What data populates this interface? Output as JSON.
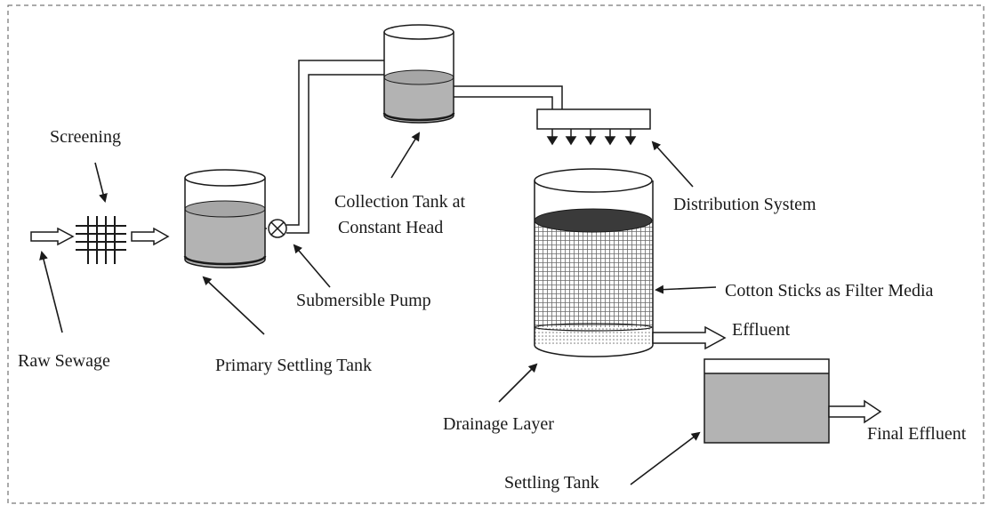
{
  "labels": {
    "screening": "Screening",
    "raw_sewage": "Raw Sewage",
    "primary_settling_tank": "Primary Settling Tank",
    "submersible_pump": "Submersible Pump",
    "collection_tank_line1": "Collection Tank at",
    "collection_tank_line2": "Constant Head",
    "distribution_system": "Distribution System",
    "cotton_sticks": "Cotton Sticks as Filter Media",
    "effluent": "Effluent",
    "drainage_layer": "Drainage Layer",
    "settling_tank": "Settling Tank",
    "final_effluent": "Final Effluent"
  },
  "colors": {
    "line": "#1a1a1a",
    "liquid": "#b3b3b3",
    "liquid_top": "#a6a6a6",
    "media_top": "#3a3a3a",
    "border": "#555555"
  }
}
